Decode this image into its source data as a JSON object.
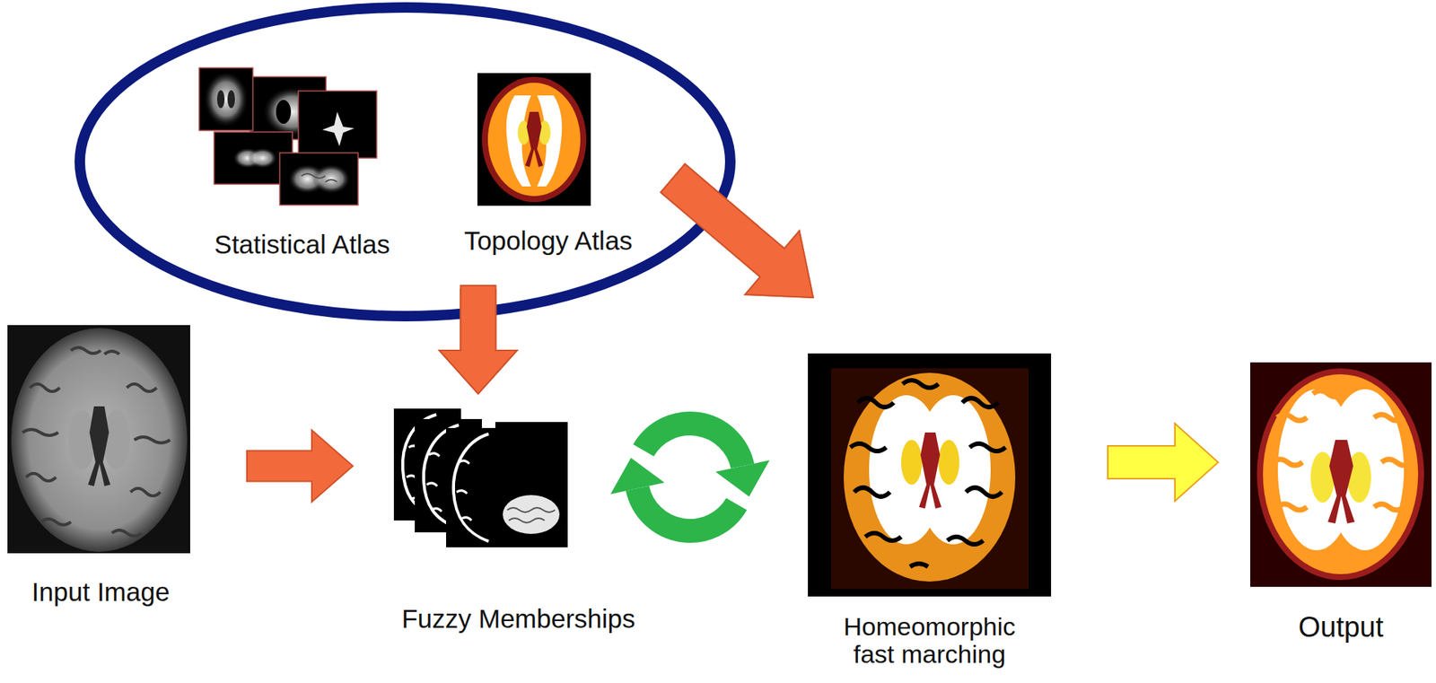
{
  "diagram": {
    "nodes": [
      {
        "text": [
          "Statistical Atlas"
        ]
      },
      {
        "text": [
          "Topology Atlas"
        ]
      },
      {
        "text": [
          "Input Image"
        ]
      },
      {
        "text": [
          "Fuzzy Memberships"
        ]
      },
      {
        "text": [
          "Homeomorphic fast marching"
        ]
      },
      {
        "text": [
          "Output"
        ]
      }
    ],
    "edges": [
      {
        "from": 2,
        "to": 3,
        "arrow": "to"
      },
      {
        "from": 0,
        "to": 3,
        "arrow": "to"
      },
      {
        "from": 1,
        "to": 3,
        "arrow": "to"
      },
      {
        "from": 0,
        "to": 4,
        "arrow": "to"
      },
      {
        "from": 1,
        "to": 4,
        "arrow": "to"
      },
      {
        "from": 3,
        "to": 4,
        "arrow": "both"
      },
      {
        "from": 4,
        "to": 5,
        "arrow": "to"
      }
    ]
  }
}
